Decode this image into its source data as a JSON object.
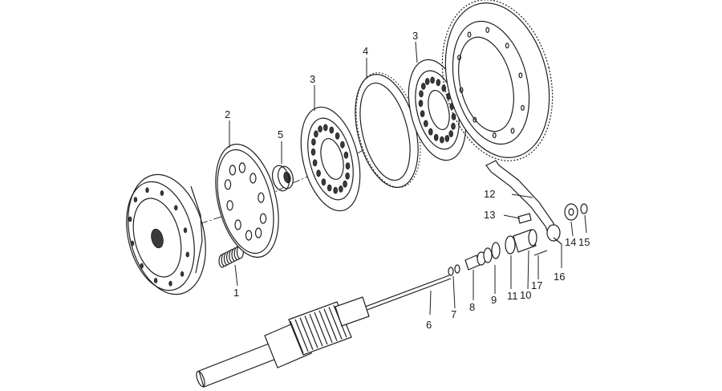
{
  "callouts": [
    {
      "id": "c1",
      "text": "1"
    },
    {
      "id": "c2",
      "text": "2"
    },
    {
      "id": "c3a",
      "text": "3"
    },
    {
      "id": "c3b",
      "text": "3"
    },
    {
      "id": "c4",
      "text": "4"
    },
    {
      "id": "c5",
      "text": "5"
    },
    {
      "id": "c6",
      "text": "6"
    },
    {
      "id": "c7",
      "text": "7"
    },
    {
      "id": "c8",
      "text": "8"
    },
    {
      "id": "c9",
      "text": "9"
    },
    {
      "id": "c10",
      "text": "10"
    },
    {
      "id": "c11",
      "text": "11"
    },
    {
      "id": "c12",
      "text": "12"
    },
    {
      "id": "c13",
      "text": "13"
    },
    {
      "id": "c14",
      "text": "14"
    },
    {
      "id": "c15",
      "text": "15"
    },
    {
      "id": "c16",
      "text": "16"
    },
    {
      "id": "c17",
      "text": "17"
    }
  ],
  "colors": {
    "ink": "#1f1f1f",
    "paper": "#ffffff",
    "shade": "#3a3a3a"
  }
}
